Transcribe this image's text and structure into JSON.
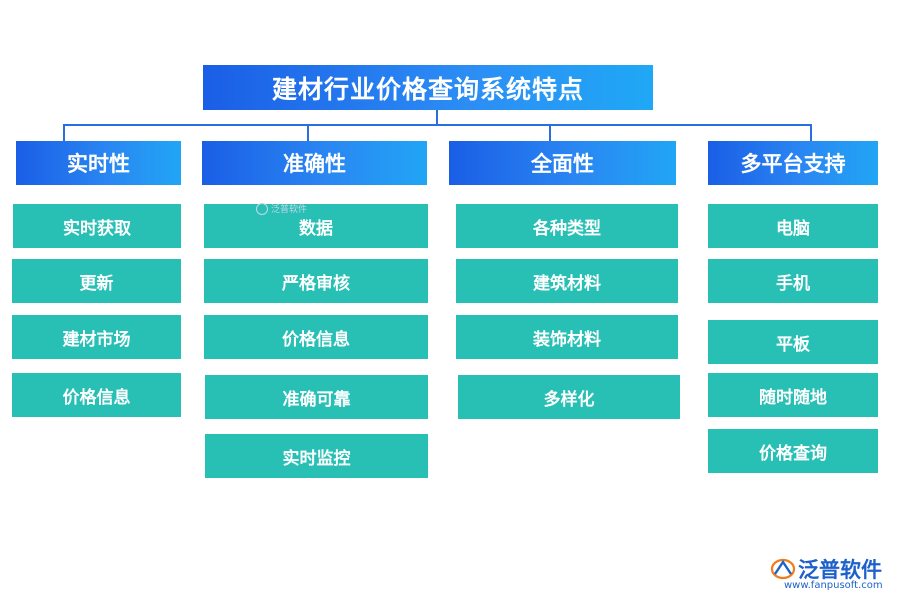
{
  "title": "建材行业价格查询系统特点",
  "columns": [
    {
      "header": "实时性",
      "items": [
        "实时获取",
        "更新",
        "建材市场",
        "价格信息"
      ]
    },
    {
      "header": "准确性",
      "items": [
        "数据",
        "严格审核",
        "价格信息",
        "准确可靠",
        "实时监控"
      ]
    },
    {
      "header": "全面性",
      "items": [
        "各种类型",
        "建筑材料",
        "装饰材料",
        "多样化"
      ]
    },
    {
      "header": "多平台支持",
      "items": [
        "电脑",
        "手机",
        "平板",
        "随时随地",
        "价格查询"
      ]
    }
  ],
  "watermark": {
    "small_text": "泛普软件"
  },
  "brand": {
    "name": "泛普软件",
    "url": "www.fanpusoft.com"
  },
  "colors": {
    "header_blue": "#1a5ee6",
    "accent_cyan": "#21a5f5",
    "item_teal": "#28bfb5",
    "brand_blue": "#1d62c9"
  }
}
